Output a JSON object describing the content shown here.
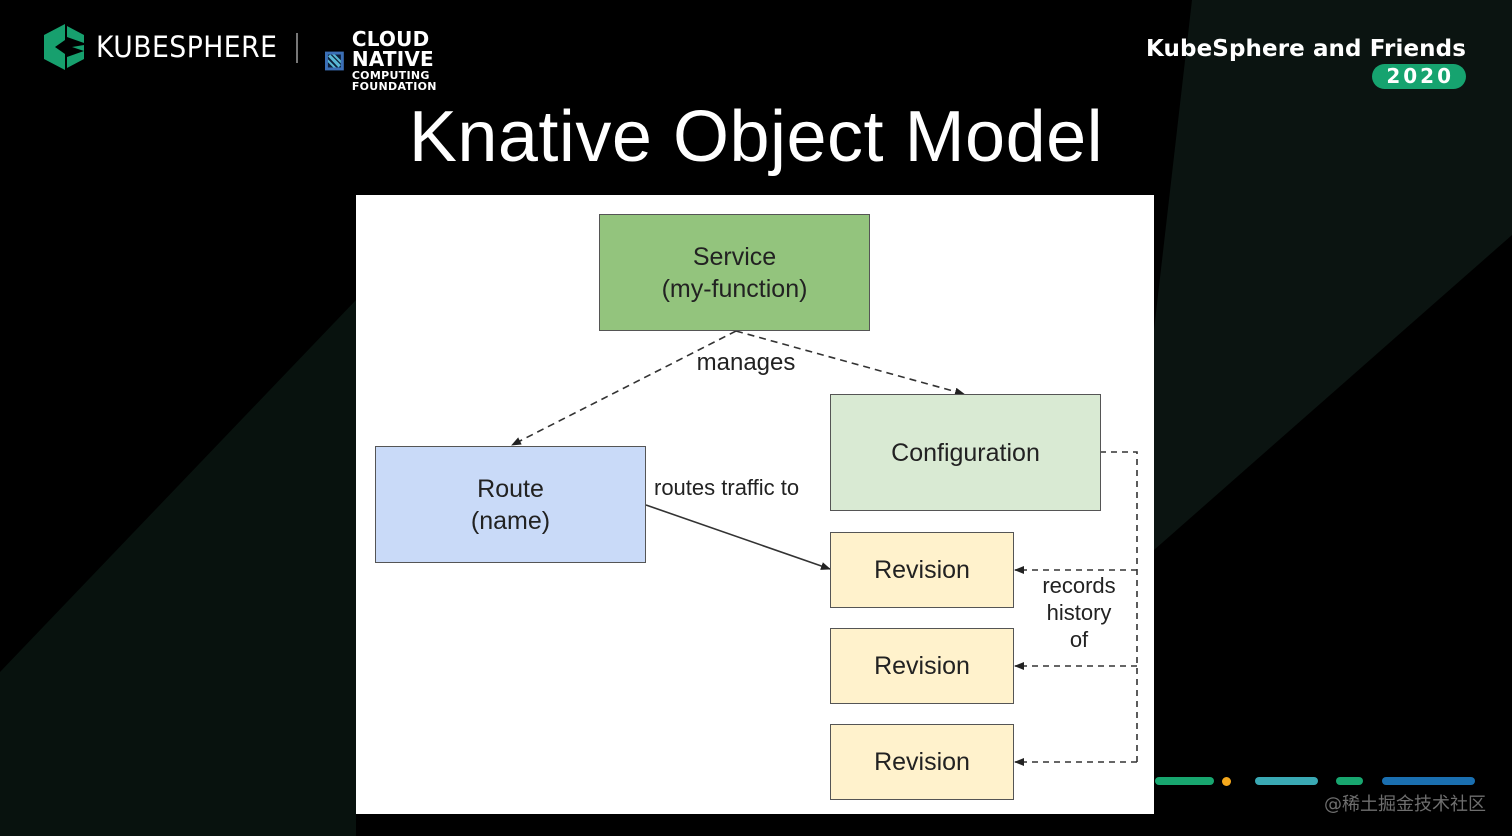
{
  "header": {
    "kubesphere_logo_text": "KUBESPHERE",
    "cncf_line1": "CLOUD NATIVE",
    "cncf_line2": "COMPUTING FOUNDATION",
    "event_title": "KubeSphere and Friends",
    "event_year": "2020"
  },
  "slide": {
    "title": "Knative Object Model"
  },
  "diagram": {
    "nodes": {
      "service": {
        "line1": "Service",
        "line2": "(my-function)",
        "fill": "#93c47d"
      },
      "route": {
        "line1": "Route",
        "line2": "(name)",
        "fill": "#c9daf8"
      },
      "configuration": {
        "line1": "Configuration",
        "fill": "#d9ead3"
      },
      "revision1": {
        "line1": "Revision",
        "fill": "#fff2cc"
      },
      "revision2": {
        "line1": "Revision",
        "fill": "#fff2cc"
      },
      "revision3": {
        "line1": "Revision",
        "fill": "#fff2cc"
      }
    },
    "edges": {
      "manages": "manages",
      "routes_traffic_to": "routes traffic to",
      "records_line1": "records",
      "records_line2": "history",
      "records_line3": "of"
    }
  },
  "footer": {
    "watermark": "@稀土掘金技术社区",
    "accent_colors": [
      "#18a66f",
      "#f5a81c",
      "#3aa9b4",
      "#18a66f",
      "#1a6fb0"
    ]
  },
  "colors": {
    "brand_green": "#16a36f",
    "background": "#000000",
    "band": "#0b1410"
  }
}
